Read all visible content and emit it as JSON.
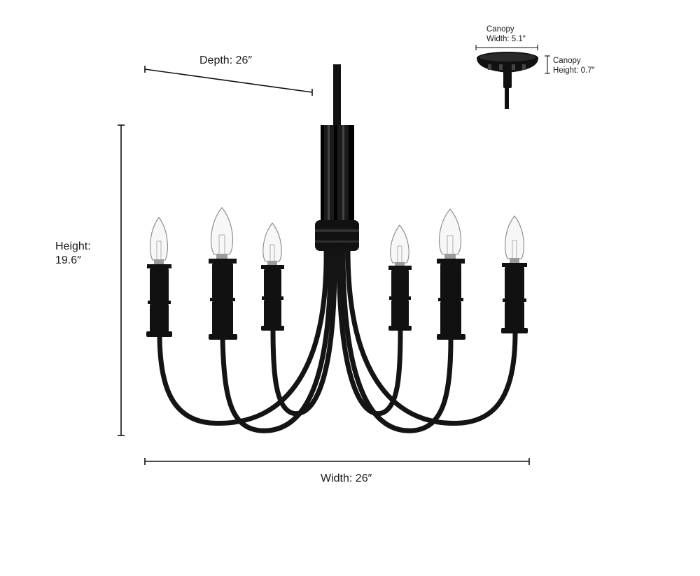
{
  "dimensions": {
    "depth_label": "Depth: 26″",
    "height_label_line1": "Height:",
    "height_label_line2": "19.6″",
    "width_label": "Width: 26″",
    "canopy_width_line1": "Canopy",
    "canopy_width_line2": "Width: 5.1″",
    "canopy_height_line1": "Canopy",
    "canopy_height_line2": "Height: 0.7″"
  },
  "product": {
    "arm_count": 6,
    "finish_color": "#111111",
    "bulb_type": "candelabra-bulb-icon"
  }
}
